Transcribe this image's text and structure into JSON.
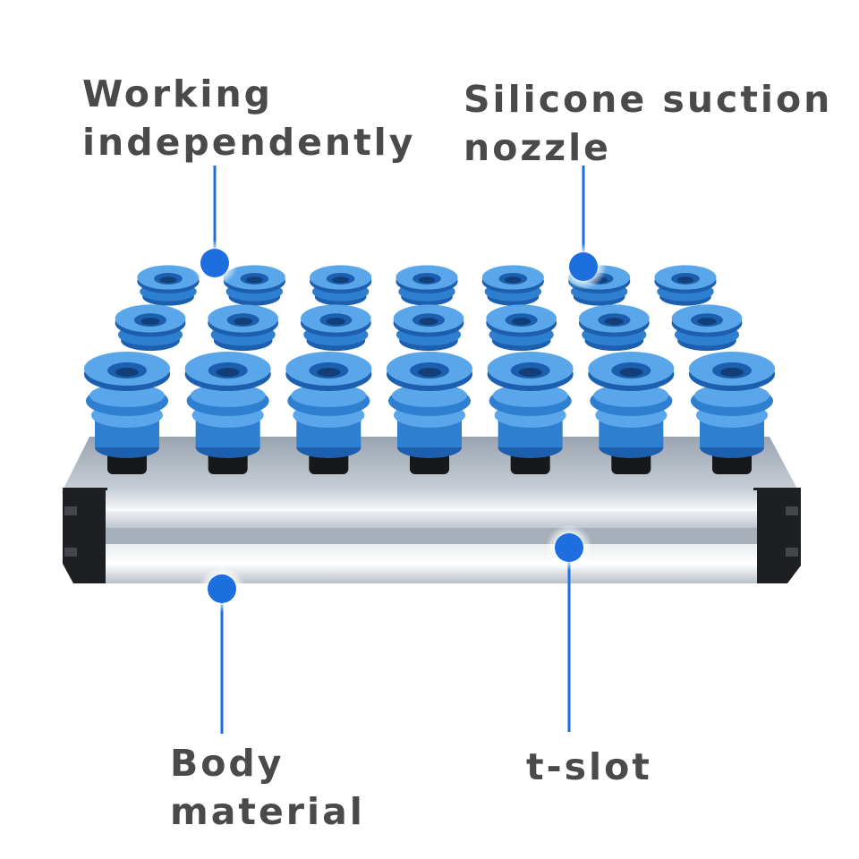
{
  "callouts": {
    "working": {
      "line1": "Working",
      "line2": "independently"
    },
    "silicone": {
      "line1": "Silicone suction",
      "line2": "nozzle"
    },
    "body": {
      "line1": "Body",
      "line2": "material"
    },
    "tslot": {
      "line1": "t-slot"
    }
  },
  "colors": {
    "cup_blue": "#2f7fd0",
    "cup_dark": "#1b5fae",
    "cup_light": "#5aa6ea",
    "marker_blue": "#1d6fe0",
    "rail_aluminum": "#d6dbe1",
    "end_cap_black": "#1e1f22",
    "text_gray": "#4a4a4a"
  },
  "product": {
    "cup_rows": 3,
    "cups_per_row": 7
  }
}
